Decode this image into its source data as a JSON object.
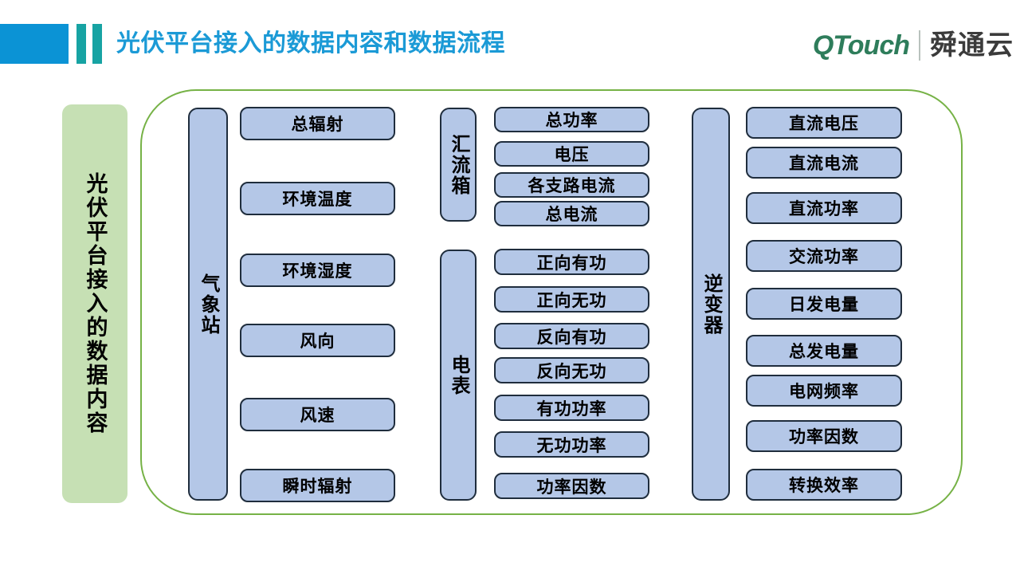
{
  "header": {
    "title": "光伏平台接入的数据内容和数据流程",
    "logo_brand": "QTouch",
    "logo_cn": "舜通云",
    "accent_blue": "#0b93d5",
    "accent_teal": "#17a3a3",
    "title_color": "#1b9ad6",
    "logo_color": "#2e7d5b"
  },
  "left_panel": {
    "label": "光伏平台接入的数据内容",
    "fill": "#c6e0b4"
  },
  "frame": {
    "border_color": "#76b246"
  },
  "groups": [
    {
      "key": "weather",
      "label": "气象站",
      "items": [
        "总辐射",
        "环境温度",
        "环境湿度",
        "风向",
        "风速",
        "瞬时辐射"
      ]
    },
    {
      "key": "combiner",
      "label": "汇流箱",
      "items": [
        "总功率",
        "电压",
        "各支路电流",
        "总电流"
      ]
    },
    {
      "key": "meter",
      "label": "电表",
      "items": [
        "正向有功",
        "正向无功",
        "反向有功",
        "反向无功",
        "有功功率",
        "无功功率",
        "功率因数"
      ]
    },
    {
      "key": "inverter",
      "label": "逆变器",
      "items": [
        "直流电压",
        "直流电流",
        "直流功率",
        "交流功率",
        "日发电量",
        "总发电量",
        "电网频率",
        "功率因数",
        "转换效率"
      ]
    }
  ],
  "box_style": {
    "fill": "#b4c7e7",
    "stroke": "#1f2d3d"
  }
}
